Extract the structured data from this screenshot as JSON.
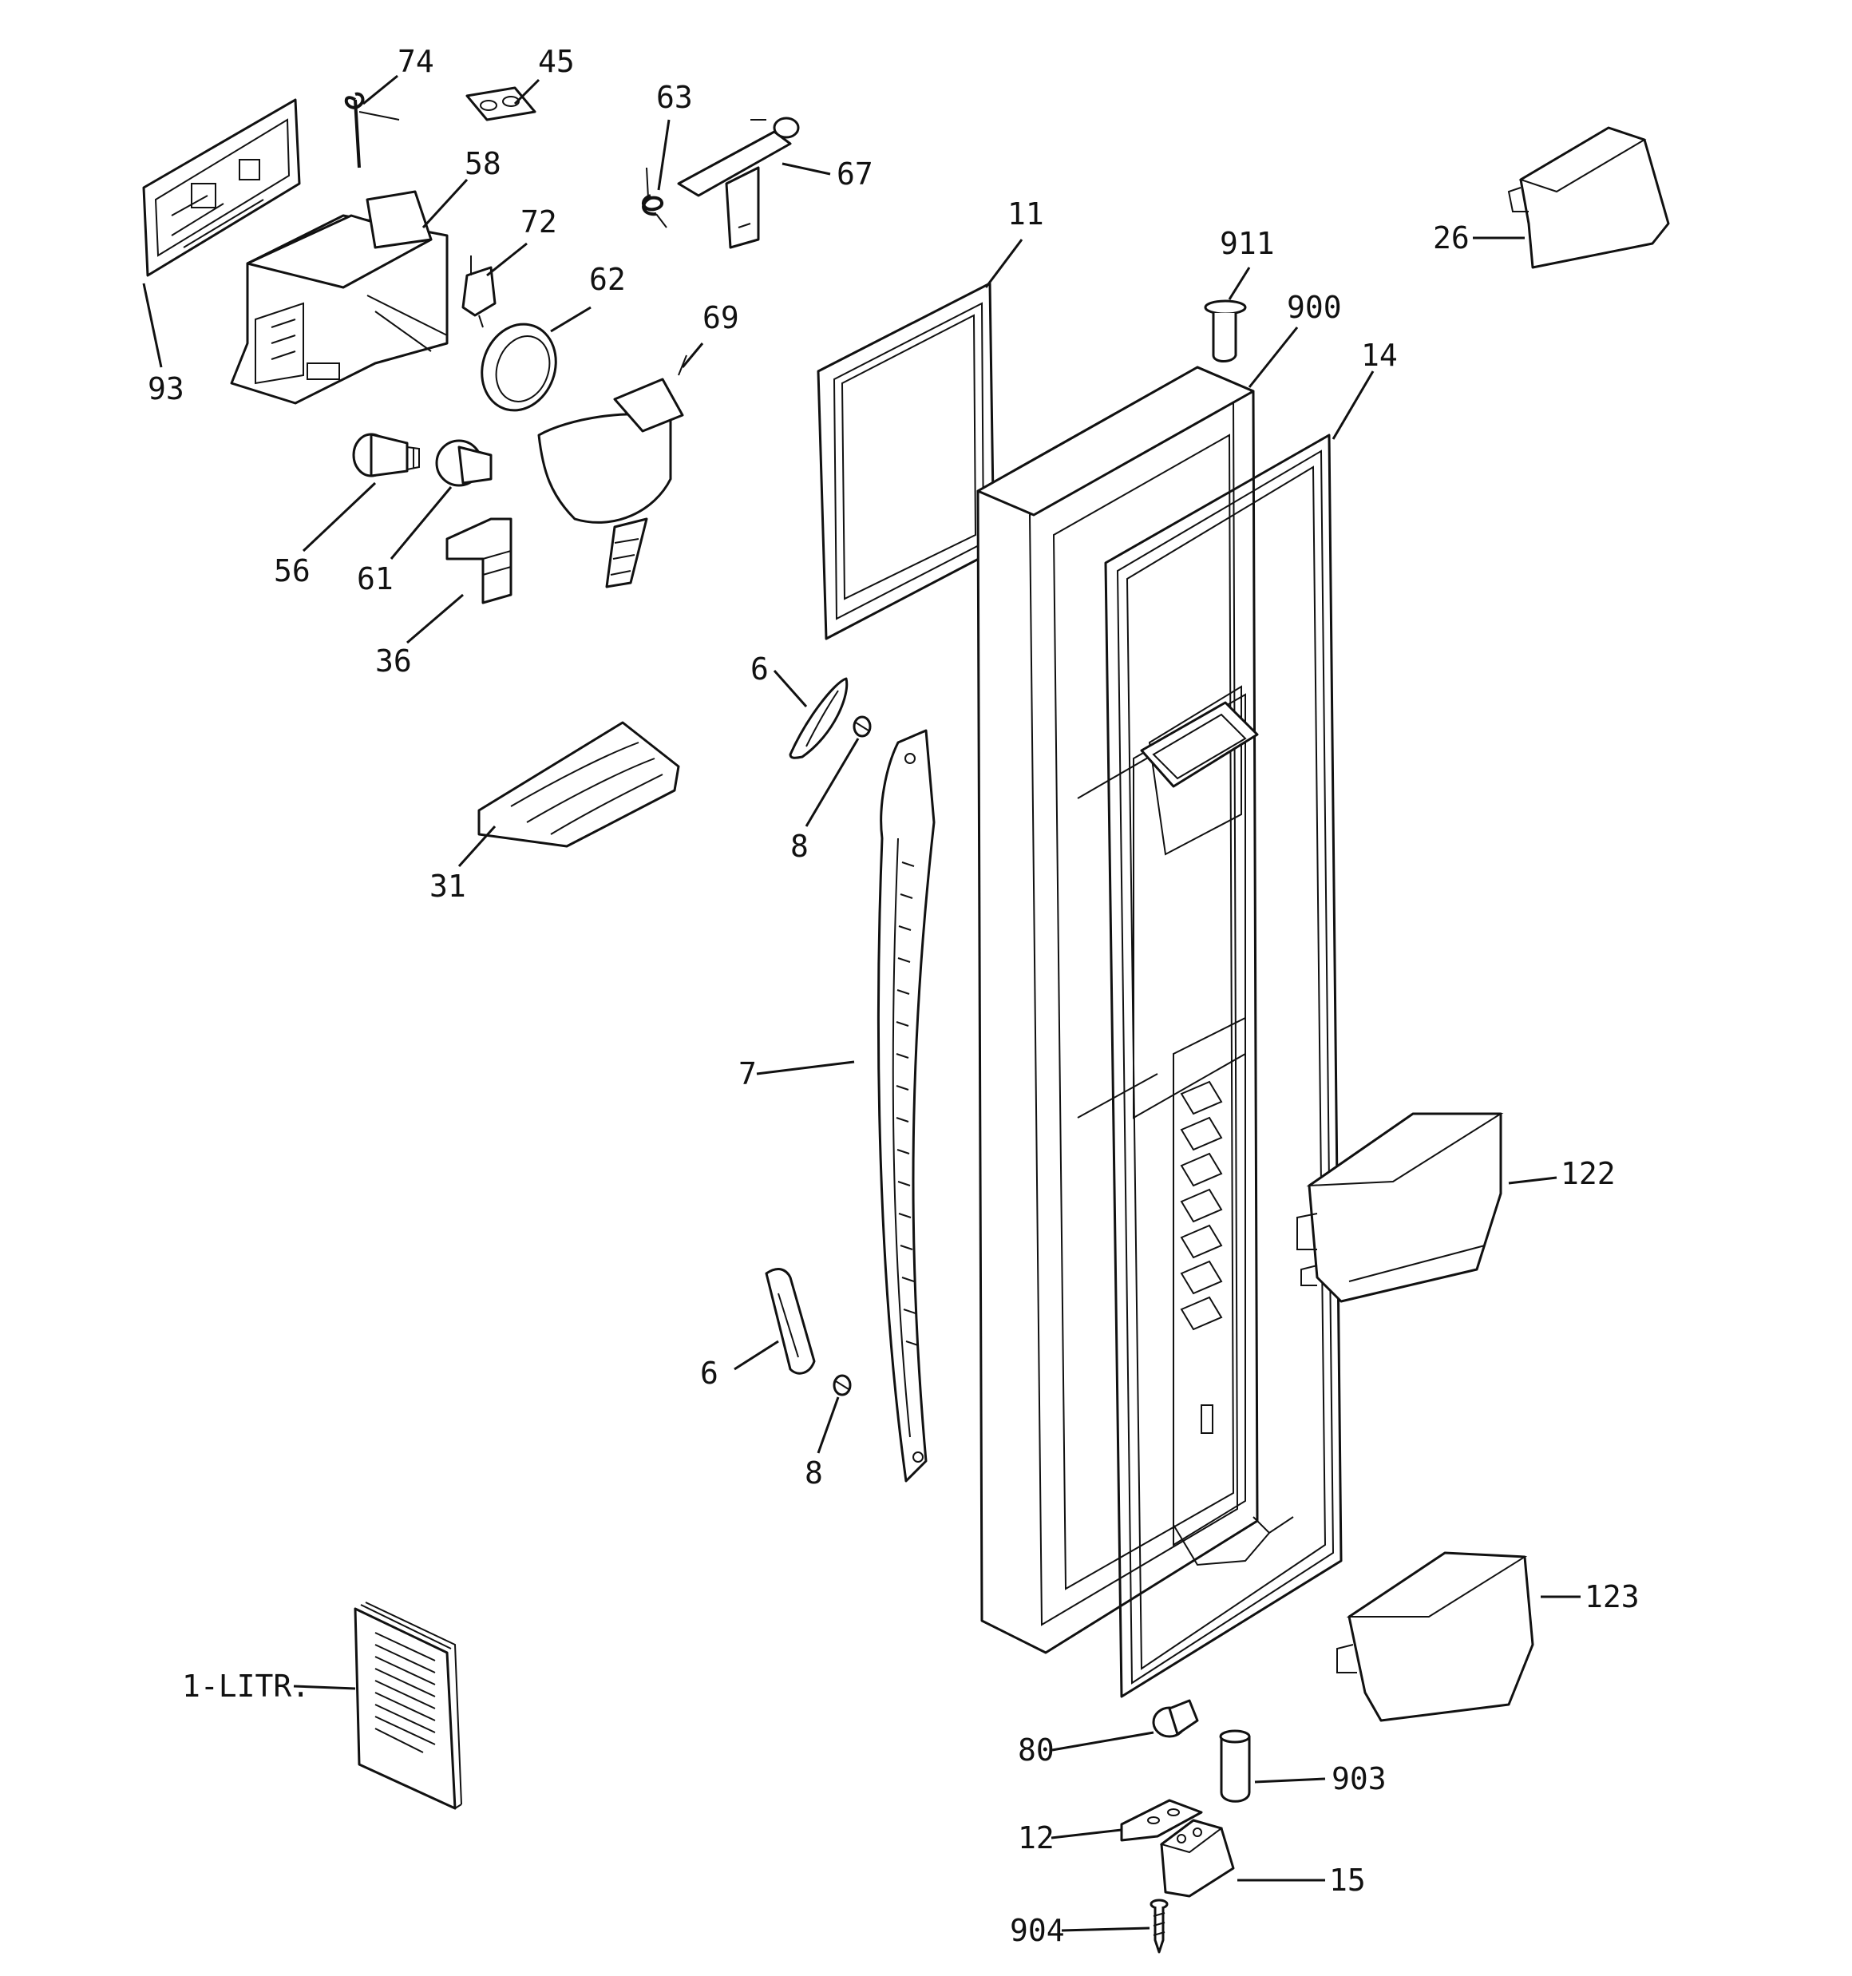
{
  "diagram": {
    "labels": [
      {
        "id": "74",
        "text": "74"
      },
      {
        "id": "45",
        "text": "45"
      },
      {
        "id": "63",
        "text": "63"
      },
      {
        "id": "67",
        "text": "67"
      },
      {
        "id": "58",
        "text": "58"
      },
      {
        "id": "72",
        "text": "72"
      },
      {
        "id": "93",
        "text": "93"
      },
      {
        "id": "62",
        "text": "62"
      },
      {
        "id": "69",
        "text": "69"
      },
      {
        "id": "11",
        "text": "11"
      },
      {
        "id": "911",
        "text": "911"
      },
      {
        "id": "900",
        "text": "900"
      },
      {
        "id": "14",
        "text": "14"
      },
      {
        "id": "26",
        "text": "26"
      },
      {
        "id": "56",
        "text": "56"
      },
      {
        "id": "61",
        "text": "61"
      },
      {
        "id": "36",
        "text": "36"
      },
      {
        "id": "6a",
        "text": "6"
      },
      {
        "id": "8a",
        "text": "8"
      },
      {
        "id": "31",
        "text": "31"
      },
      {
        "id": "7",
        "text": "7"
      },
      {
        "id": "122",
        "text": "122"
      },
      {
        "id": "6b",
        "text": "6"
      },
      {
        "id": "8b",
        "text": "8"
      },
      {
        "id": "123",
        "text": "123"
      },
      {
        "id": "1-LITR",
        "text": "1-LITR."
      },
      {
        "id": "80",
        "text": "80"
      },
      {
        "id": "903",
        "text": "903"
      },
      {
        "id": "12",
        "text": "12"
      },
      {
        "id": "15",
        "text": "15"
      },
      {
        "id": "904",
        "text": "904"
      }
    ]
  }
}
